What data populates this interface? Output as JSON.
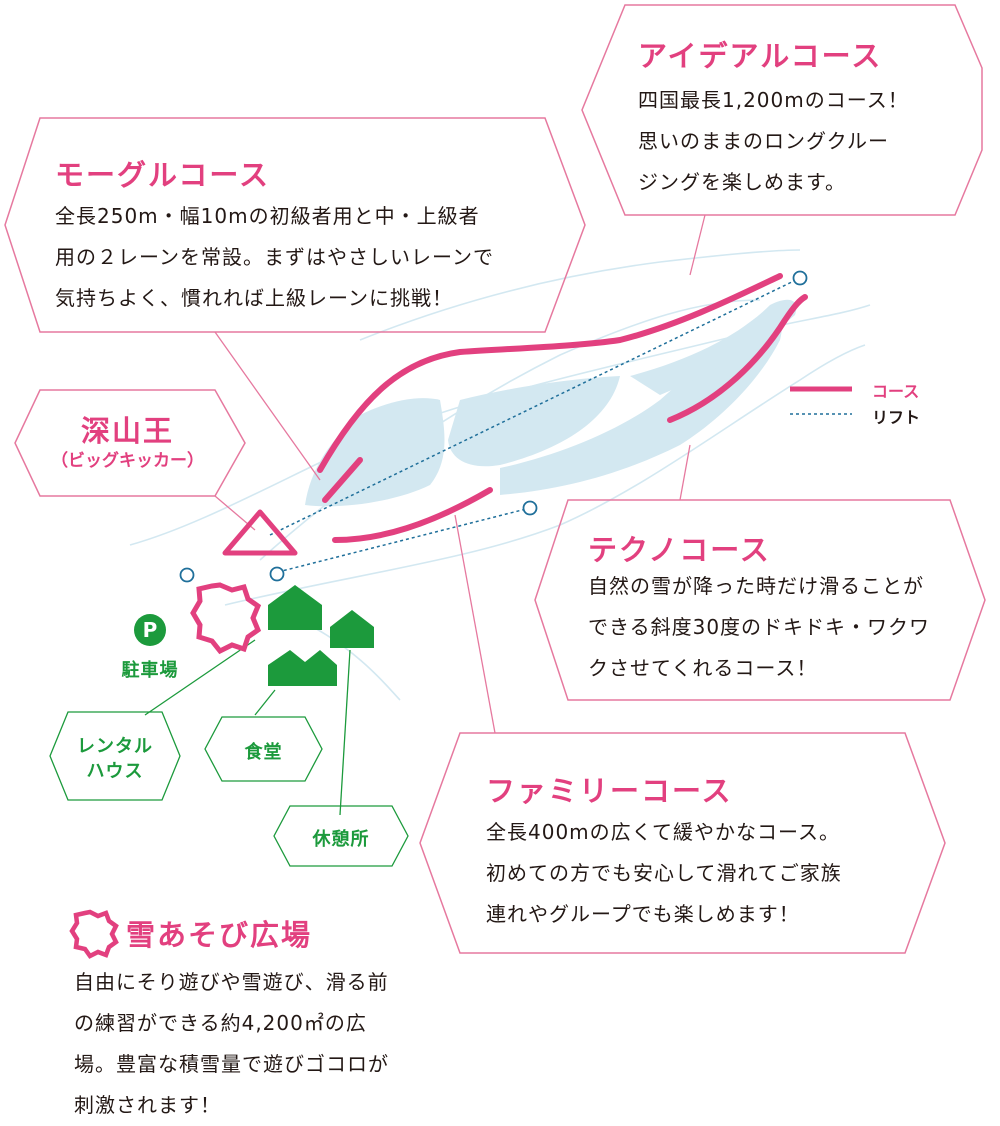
{
  "colors": {
    "course": "#e2407f",
    "facility": "#1c9a3c",
    "snow": "#d3e8f1",
    "lift": "#1f6f9a",
    "callout": "#e6799f",
    "text": "#231815"
  },
  "legend": {
    "course": "コース",
    "lift": "リフト"
  },
  "ideal": {
    "title": "アイデアルコース",
    "lines": [
      "四国最長1,200mのコース！",
      "思いのままのロングクルー",
      "ジングを楽しめます。"
    ]
  },
  "mogul": {
    "title": "モーグルコース",
    "lines": [
      "全長250m・幅10mの初級者用と中・上級者",
      "用の２レーンを常設。まずはやさしいレーンで",
      "気持ちよく、慣れれば上級レーンに挑戦！"
    ]
  },
  "miyama": {
    "title": "深山王",
    "subtitle": "（ビッグキッカー）"
  },
  "techno": {
    "title": "テクノコース",
    "lines": [
      "自然の雪が降った時だけ滑ることが",
      "できる斜度30度のドキドキ・ワクワ",
      "クさせてくれるコース！"
    ]
  },
  "family": {
    "title": "ファミリーコース",
    "lines": [
      "全長400mの広くて緩やかなコース。",
      "初めての方でも安心して滑れてご家族",
      "連れやグループでも楽しめます！"
    ]
  },
  "parking": {
    "icon": "P",
    "label": "駐車場"
  },
  "rental": {
    "lines": [
      "レンタル",
      "ハウス"
    ]
  },
  "shokudo": {
    "label": "食堂"
  },
  "rest": {
    "label": "休憩所"
  },
  "snowpark": {
    "title": "雪あそび広場",
    "lines": [
      "自由にそり遊びや雪遊び、滑る前",
      "の練習ができる約4,200㎡の広",
      "場。豊富な積雪量で遊びゴコロが",
      "刺激されます！"
    ]
  }
}
